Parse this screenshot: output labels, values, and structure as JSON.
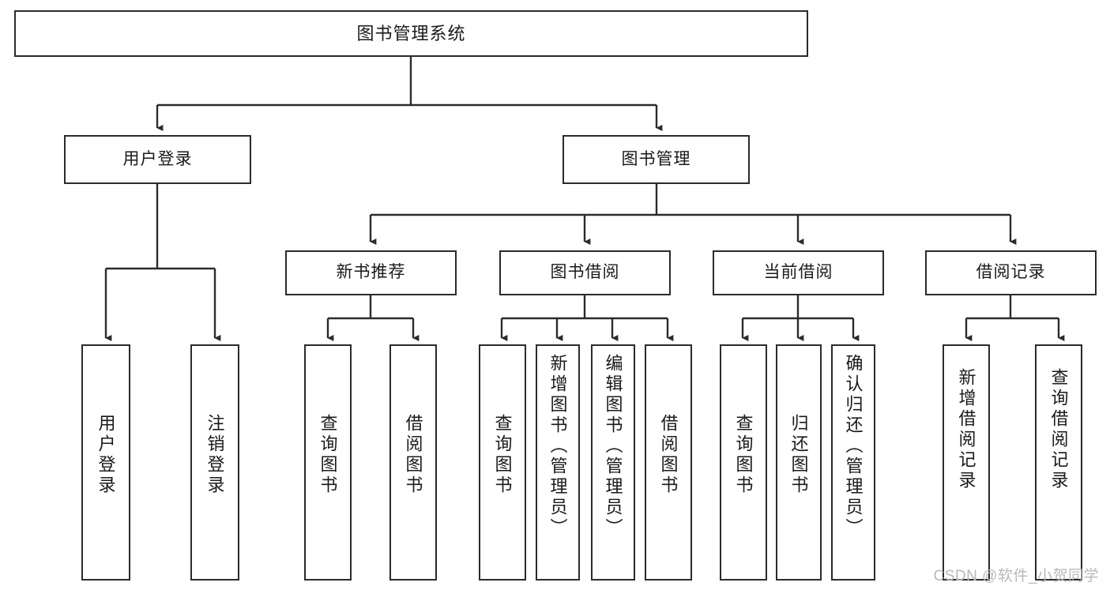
{
  "diagram": {
    "title": "图书管理系统",
    "type": "tree-hierarchy-chart",
    "watermark": "CSDN @软件_小贺同学",
    "colors": {
      "box_border": "#2b2b2b",
      "box_fill": "#ffffff",
      "edge": "#2b2b2b",
      "text": "#1a1a1a",
      "watermark": "#b9b9b9",
      "background": "#ffffff"
    },
    "nodes": {
      "root": {
        "id": "root",
        "label": "图书管理系统",
        "level": 1
      },
      "level2": [
        {
          "id": "user-login",
          "label": "用户登录",
          "level": 2
        },
        {
          "id": "book-manage",
          "label": "图书管理",
          "level": 2
        }
      ],
      "level3": [
        {
          "id": "new-book-recommend",
          "label": "新书推荐",
          "level": 3,
          "parent": "book-manage"
        },
        {
          "id": "book-borrow",
          "label": "图书借阅",
          "level": 3,
          "parent": "book-manage"
        },
        {
          "id": "current-borrow",
          "label": "当前借阅",
          "level": 3,
          "parent": "book-manage"
        },
        {
          "id": "borrow-record",
          "label": "借阅记录",
          "level": 3,
          "parent": "book-manage"
        }
      ],
      "leaves": [
        {
          "id": "leaf-user-login",
          "label": "用户登录",
          "parent": "user-login"
        },
        {
          "id": "leaf-user-logout",
          "label": "注销登录",
          "parent": "user-login"
        },
        {
          "id": "leaf-query-book-1",
          "label": "查询图书",
          "parent": "new-book-recommend"
        },
        {
          "id": "leaf-borrow-book-1",
          "label": "借阅图书",
          "parent": "new-book-recommend"
        },
        {
          "id": "leaf-query-book-2",
          "label": "查询图书",
          "parent": "book-borrow"
        },
        {
          "id": "leaf-add-book",
          "label": "新增图书（管理员）",
          "parent": "book-borrow"
        },
        {
          "id": "leaf-edit-book",
          "label": "编辑图书（管理员）",
          "parent": "book-borrow"
        },
        {
          "id": "leaf-borrow-book-2",
          "label": "借阅图书",
          "parent": "book-borrow"
        },
        {
          "id": "leaf-query-book-3",
          "label": "查询图书",
          "parent": "current-borrow"
        },
        {
          "id": "leaf-return-book",
          "label": "归还图书",
          "parent": "current-borrow"
        },
        {
          "id": "leaf-confirm-return",
          "label": "确认归还（管理员）",
          "parent": "current-borrow"
        },
        {
          "id": "leaf-add-record",
          "label": "新增借阅记录",
          "parent": "borrow-record"
        },
        {
          "id": "leaf-query-record",
          "label": "查询借阅记录",
          "parent": "borrow-record"
        }
      ]
    }
  }
}
